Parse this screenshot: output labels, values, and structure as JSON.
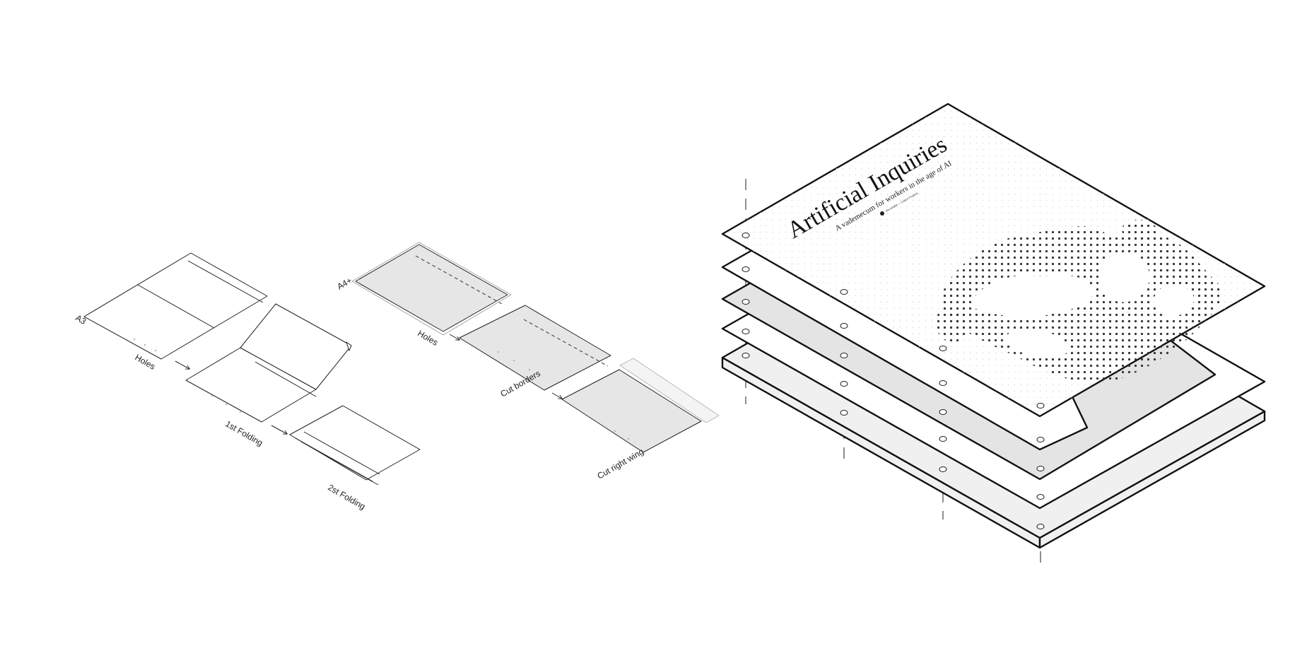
{
  "steps_a3": {
    "size_label": "A3",
    "holes_label": "Holes",
    "first_fold_label": "1st Folding",
    "second_fold_label": "2st Folding"
  },
  "steps_a4": {
    "size_label": "A4+",
    "holes_label": "Holes",
    "cut_borders_label": "Cut borders",
    "cut_wing_label": "Cut right wing"
  },
  "cover": {
    "title": "Artificial Inquiries",
    "subtitle": "A vademecum for workers in the age of AI",
    "publisher": "Re-Inhabit — Lisbon Projects"
  }
}
